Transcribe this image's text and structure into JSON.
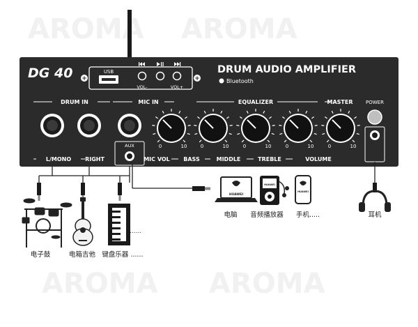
{
  "panel": {
    "model": "DG 40",
    "title": "DRUM AUDIO AMPLIFIER",
    "bluetooth": "Bluetooth",
    "usb": "USB",
    "vol_minus": "VOL-",
    "vol_plus": "VOL+",
    "plus_sign": "+",
    "drum_in": "DRUM IN",
    "mic_in": "MIC IN",
    "equalizer": "EQUALIZER",
    "master": "MASTER",
    "power": "POWER",
    "aux": "AUX",
    "l_mono": "L/MONO",
    "right": "RIGHT",
    "mic_vol": "MIC VOL",
    "bass": "BASS",
    "middle": "MIDDLE",
    "treble": "TREBLE",
    "volume": "VOLUME",
    "knob_min": "0",
    "knob_max": "10",
    "colors": {
      "panel": "#2b2b2b",
      "text": "#ffffff",
      "knob": "#111111"
    }
  },
  "devices": {
    "laptop_brand": "HUAWEI",
    "player_brand": "HUAWEI",
    "phone_brand": "HUAWEI",
    "dots": "......"
  },
  "labels": {
    "e_drum": "电子鼓",
    "e_guitar": "电箱吉他",
    "keyboard": "键盘乐器 ......",
    "computer": "电脑",
    "player": "音频播放器",
    "phone": "手机.....",
    "headphones": "耳机"
  },
  "watermark": "AROMA"
}
